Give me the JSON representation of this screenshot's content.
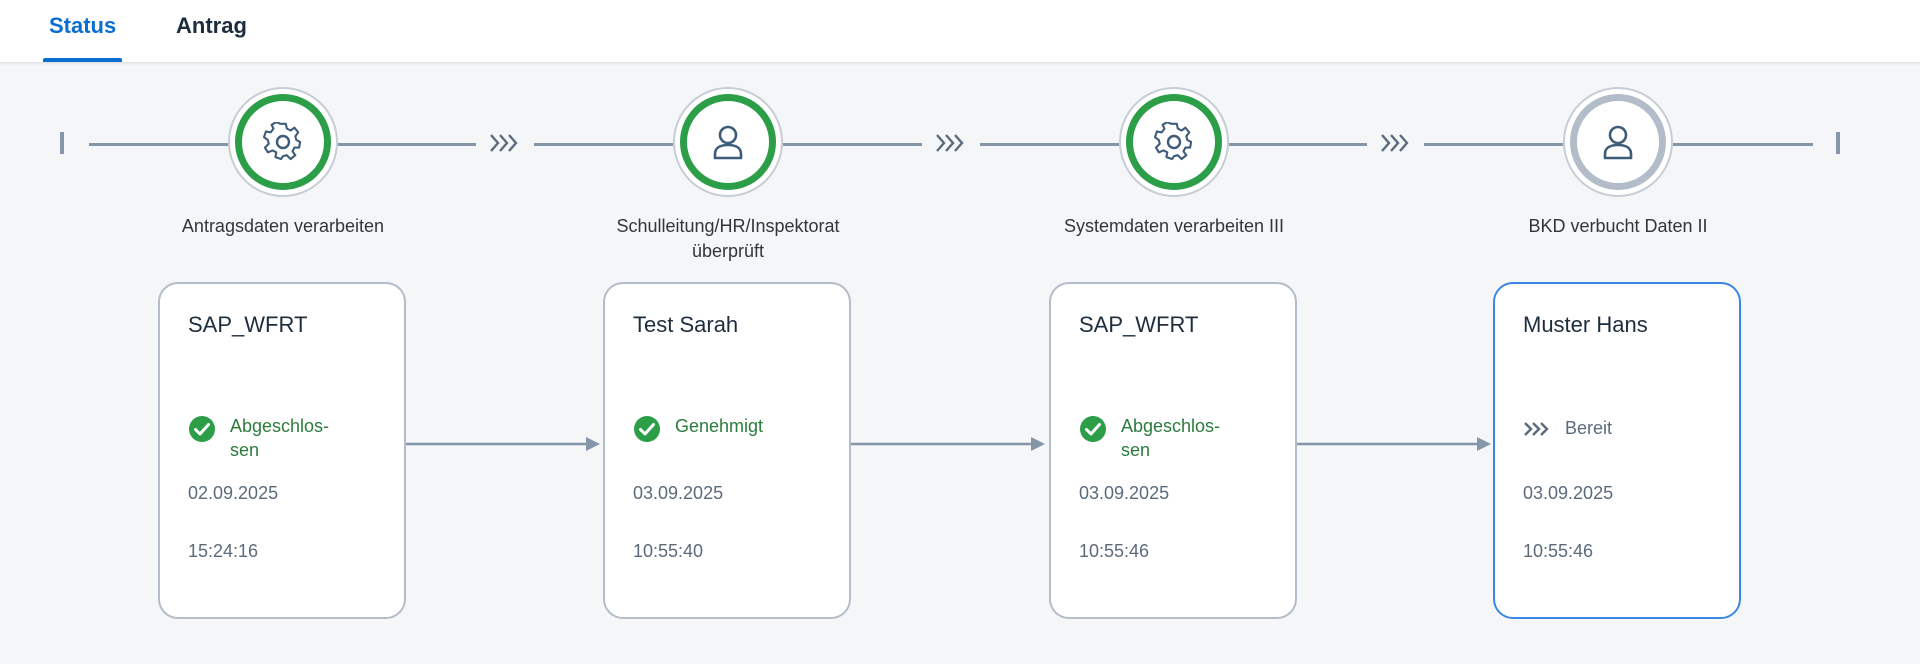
{
  "tabs": [
    {
      "label": "Status",
      "active": true
    },
    {
      "label": "Antrag",
      "active": false
    }
  ],
  "colors": {
    "accent": "#0a6ed1",
    "positive": "#2b9e47",
    "positive_text": "#2b7c3c",
    "connector": "#8696a9",
    "pending_ring": "#b3bdc9",
    "current_border": "#3c87e4"
  },
  "steps": [
    {
      "title": "Antragsdaten verarbeiten",
      "icon": "gear-icon",
      "node_state": "completed",
      "card": {
        "name": "SAP_WFRT",
        "status": "Abgeschlos-\nsen",
        "status_icon": "check-circle-icon",
        "date": "02.09.2025",
        "time": "15:24:16"
      }
    },
    {
      "title": "Schulleitung/HR/Inspektorat überprüft",
      "icon": "person-icon",
      "node_state": "completed",
      "card": {
        "name": "Test Sarah",
        "status": "Genehmigt",
        "status_icon": "check-circle-icon",
        "date": "03.09.2025",
        "time": "10:55:40"
      }
    },
    {
      "title": "Systemdaten verarbeiten III",
      "icon": "gear-icon",
      "node_state": "completed",
      "card": {
        "name": "SAP_WFRT",
        "status": "Abgeschlos-\nsen",
        "status_icon": "check-circle-icon",
        "date": "03.09.2025",
        "time": "10:55:46"
      }
    },
    {
      "title": "BKD verbucht Daten II",
      "icon": "person-icon",
      "node_state": "pending",
      "card": {
        "name": "Muster Hans",
        "status": "Bereit",
        "status_icon": "chevrons-right-icon",
        "date": "03.09.2025",
        "time": "10:55:46"
      }
    }
  ]
}
